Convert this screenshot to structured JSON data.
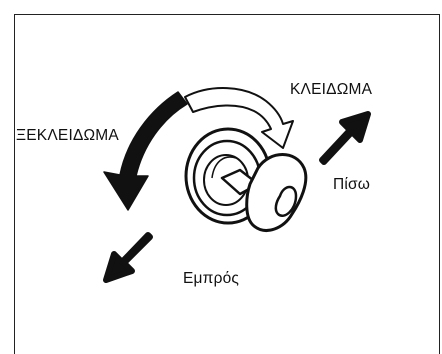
{
  "diagram": {
    "labels": {
      "unlock": "ΞΕΚΛΕΙΔΩΜΑ",
      "lock": "ΚΛΕΙΔΩΜΑ",
      "back": "Πίσω",
      "forward": "Εμπρός"
    },
    "icons": {
      "unlock_arrow": "curved-arrow-counterclockwise-icon",
      "lock_arrow": "curved-arrow-clockwise-icon",
      "back_arrow": "arrow-up-right-icon",
      "forward_arrow": "arrow-down-left-icon",
      "ignition": "key-in-ignition-icon"
    },
    "colors": {
      "ink": "#111111",
      "background": "#ffffff"
    }
  }
}
